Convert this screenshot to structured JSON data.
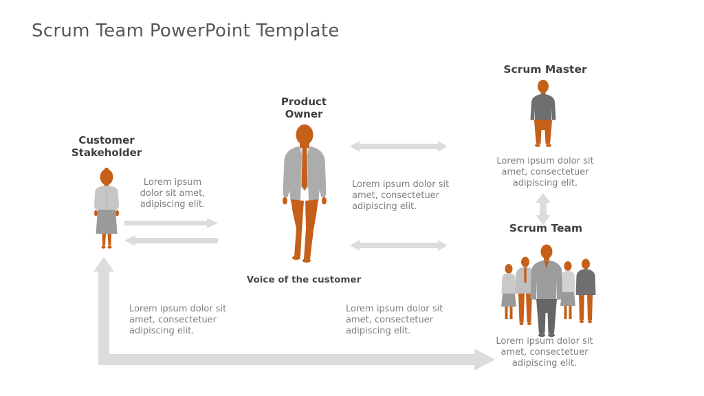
{
  "title": "Scrum Team PowerPoint Template",
  "colors": {
    "orange": "#C5601A",
    "suit_gray": "#ACACAC",
    "dark_suit_gray": "#6F6F6F",
    "team_center_suit": "#9C9C9C",
    "skirt_gray": "#9A9A9A",
    "arrow_gray": "#DCDCDC",
    "label_text": "#3F3F3F",
    "body_text": "#7F7F7F"
  },
  "roles": {
    "customer_stakeholder": {
      "label": "Customer\nStakeholder",
      "note": "Lorem ipsum\ndolor sit amet,\nadipiscing elit."
    },
    "product_owner": {
      "label": "Product\nOwner",
      "caption": "Voice of the customer"
    },
    "scrum_master": {
      "label": "Scrum Master",
      "note": "Lorem ipsum dolor sit\namet, consectetuer\nadipiscing elit."
    },
    "scrum_team": {
      "label": "Scrum Team",
      "note": "Lorem ipsum dolor sit\namet, consectetuer\nadipiscing elit."
    }
  },
  "notes": {
    "po_scrum_exchange": "Lorem ipsum dolor sit\namet, consectetuer\nadipiscing elit.",
    "feedback_left": "Lorem ipsum dolor sit\namet, consectetuer\nadipiscing elit.",
    "feedback_middle": "Lorem ipsum dolor sit\namet, consectetuer\nadipiscing elit."
  }
}
